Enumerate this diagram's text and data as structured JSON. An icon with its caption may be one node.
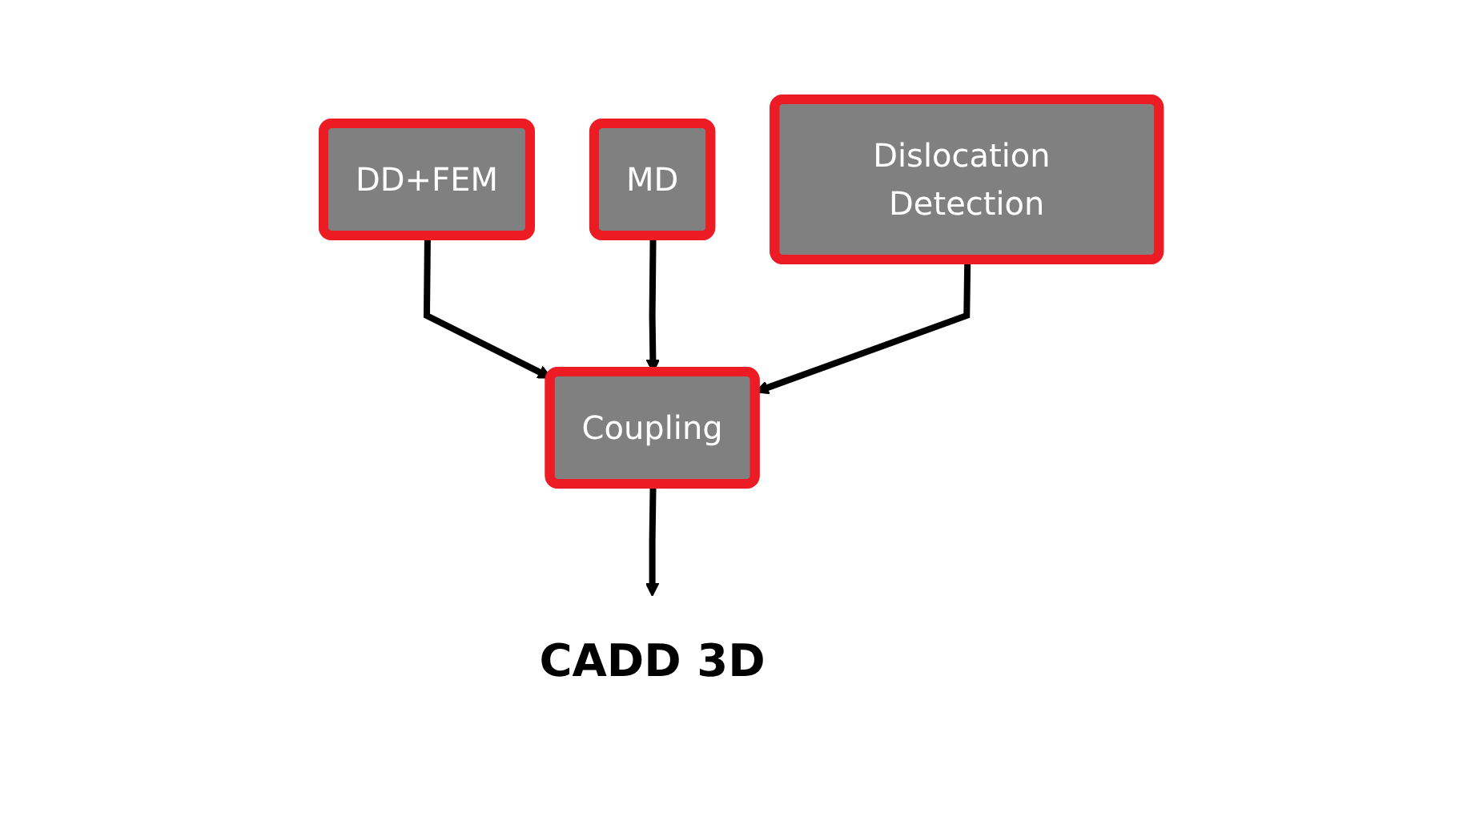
{
  "diagram": {
    "nodes": [
      {
        "text": [
          "DD+FEM"
        ]
      },
      {
        "text": [
          "MD"
        ]
      },
      {
        "text": [
          "Dislocation Detection"
        ]
      },
      {
        "text": [
          "Coupling"
        ]
      },
      {
        "text": [
          "CADD 3D"
        ]
      }
    ],
    "edges": [
      {
        "from": 0,
        "to": 3,
        "arrow": "to"
      },
      {
        "from": 1,
        "to": 3,
        "arrow": "to"
      },
      {
        "from": 2,
        "to": 3,
        "arrow": "to"
      },
      {
        "from": 3,
        "to": 4,
        "arrow": "to"
      }
    ]
  }
}
